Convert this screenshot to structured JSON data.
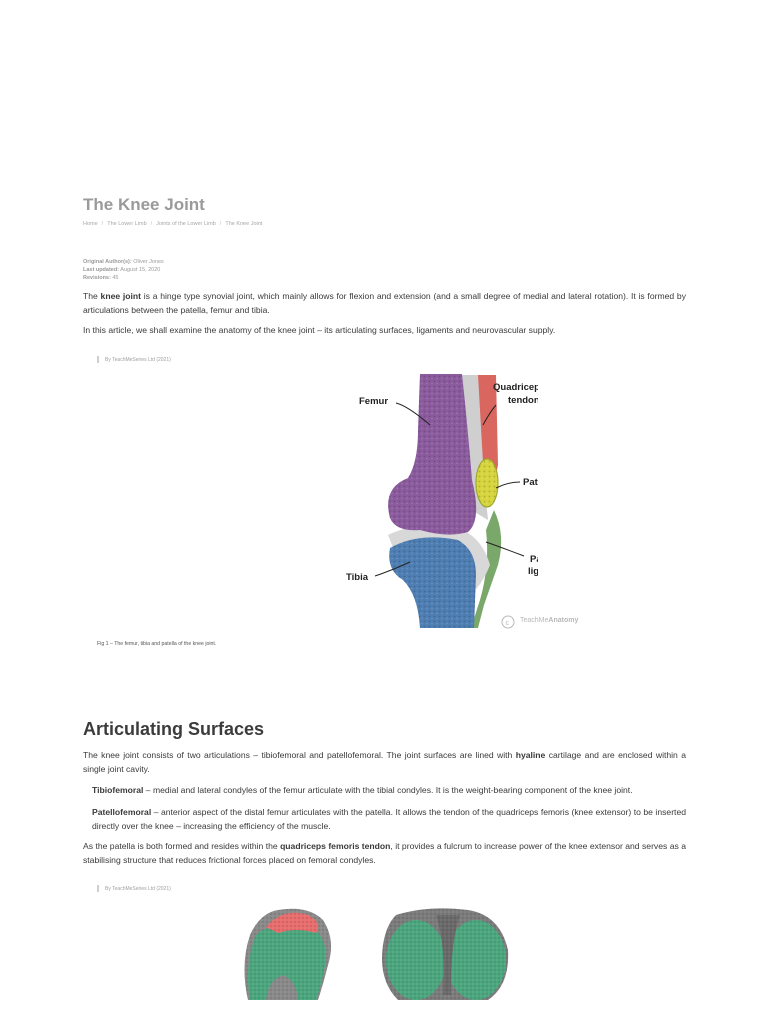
{
  "article": {
    "title": "The Knee Joint",
    "breadcrumb": [
      "Home",
      "The Lower Limb",
      "Joints of the Lower Limb",
      "The Knee Joint"
    ],
    "meta": {
      "author_label": "Original Author(s):",
      "author": "Oliver Jones",
      "updated_label": "Last updated:",
      "updated": "August 15, 2020",
      "revisions_label": "Revisions:",
      "revisions": "45"
    },
    "intro": {
      "p1_pre": "The ",
      "p1_bold": "knee joint",
      "p1_post": " is a hinge type synovial joint, which mainly allows for flexion and extension (and a small degree of medial and lateral rotation). It is formed by articulations between the patella, femur and tibia.",
      "p2": "In this article, we shall examine the anatomy of the knee joint – its articulating surfaces, ligaments and neurovascular supply."
    },
    "figure1": {
      "credit": "By TeachMeSeries Ltd (2021)",
      "labels": {
        "femur": "Femur",
        "quad_line1": "Quadriceps femoris",
        "quad_line2": "tendon",
        "patella": "Patella",
        "lig_line1": "Patella",
        "lig_line2": "ligament",
        "tibia": "Tibia",
        "watermark_pre": "TeachMe",
        "watermark_bold": "Anatomy"
      },
      "caption": "Fig 1 – The femur, tibia and patella of the knee joint."
    },
    "section": {
      "heading": "Articulating Surfaces",
      "p1_pre": "The knee joint consists of two articulations – tibiofemoral and patellofemoral. The joint surfaces are lined with ",
      "p1_bold": "hyaline",
      "p1_post": " cartilage and are enclosed within a single joint cavity.",
      "items": [
        {
          "term": "Tibiofemoral",
          "text": " – medial and lateral condyles of the femur articulate with the tibial condyles. It is the weight-bearing component of the knee joint."
        },
        {
          "term": "Patellofemoral",
          "text": " – anterior aspect of the distal femur articulates with the patella. It allows the tendon of the quadriceps femoris (knee extensor) to be inserted directly over the knee – increasing the efficiency of the muscle."
        }
      ],
      "p2_pre": "As the patella is both formed and resides within the ",
      "p2_bold": "quadriceps femoris tendon",
      "p2_post": ", it provides a fulcrum to increase power of the knee extensor and serves as a stabilising structure that reduces frictional forces placed on femoral condyles."
    },
    "figure2": {
      "credit": "By TeachMeSeries Ltd (2021)"
    }
  }
}
